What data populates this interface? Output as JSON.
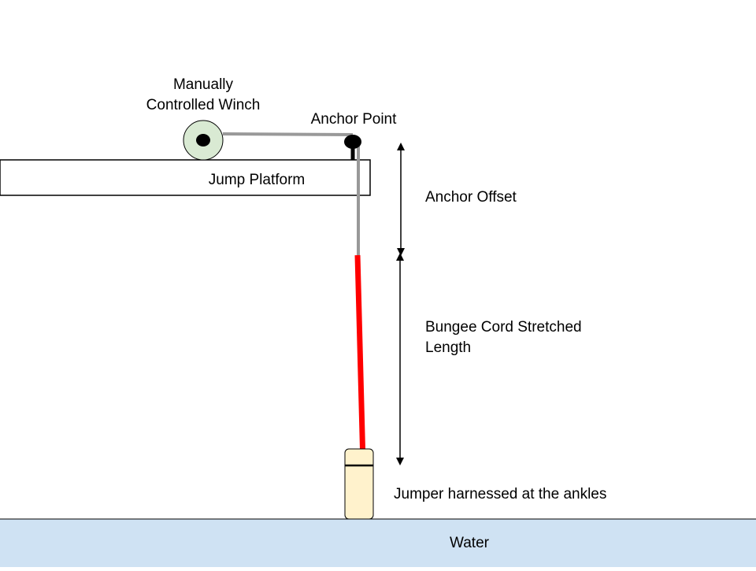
{
  "labels": {
    "winch_line1": "Manually",
    "winch_line2": "Controlled Winch",
    "anchor_point": "Anchor Point",
    "platform": "Jump Platform",
    "anchor_offset": "Anchor Offset",
    "bungee_line1": "Bungee Cord Stretched",
    "bungee_line2": "Length",
    "jumper": "Jumper harnessed at the ankles",
    "water": "Water"
  },
  "colors": {
    "water": "#cfe2f3",
    "winch": "#d9ead3",
    "cable": "#999999",
    "bungee": "#ff0000",
    "jumper": "#fff2cc",
    "outline": "#000000"
  }
}
